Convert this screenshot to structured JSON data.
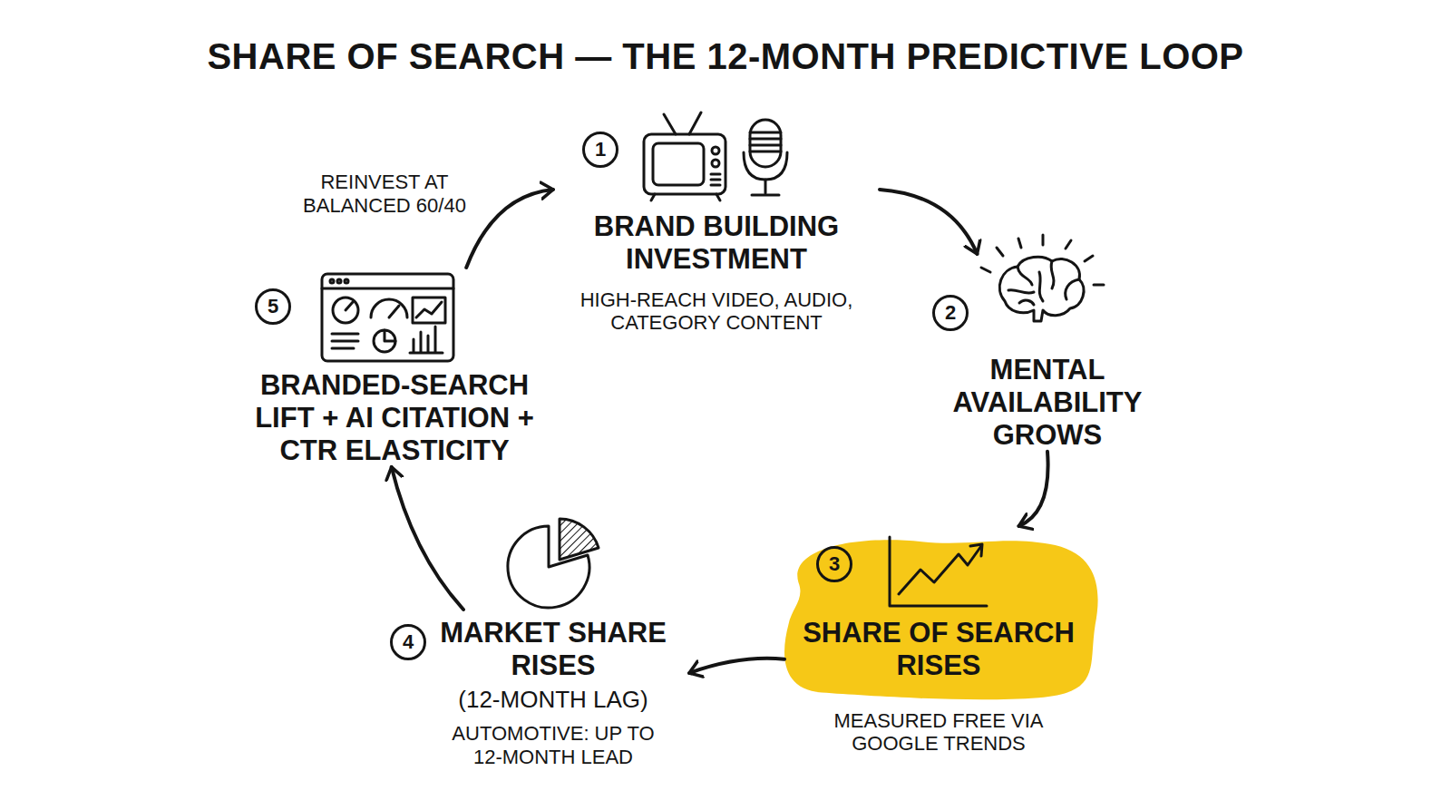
{
  "diagram": {
    "title": "SHARE OF SEARCH — THE 12-MONTH PREDICTIVE LOOP",
    "nodes": [
      {
        "text": [
          "BRAND BUILDING INVESTMENT",
          "HIGH-REACH VIDEO, AUDIO, CATEGORY CONTENT"
        ]
      },
      {
        "text": [
          "MENTAL AVAILABILITY GROWS"
        ]
      },
      {
        "text": [
          "SHARE OF SEARCH RISES",
          "MEASURED FREE VIA GOOGLE TRENDS"
        ]
      },
      {
        "text": [
          "MARKET SHARE RISES",
          "(12-MONTH LAG)",
          "AUTOMOTIVE: UP TO 12-MONTH LEAD"
        ]
      },
      {
        "text": [
          "BRANDED-SEARCH LIFT + AI CITATION + CTR ELASTICITY"
        ]
      }
    ],
    "edges": [
      {
        "from": 0,
        "to": 1,
        "arrow": "to"
      },
      {
        "from": 1,
        "to": 2,
        "arrow": "to"
      },
      {
        "from": 2,
        "to": 3,
        "arrow": "to"
      },
      {
        "from": 3,
        "to": 4,
        "arrow": "to"
      },
      {
        "from": 4,
        "to": 0,
        "label": "REINVEST AT BALANCED 60/40",
        "arrow": "to"
      }
    ],
    "labels": [
      "1",
      "2",
      "3",
      "4",
      "5"
    ]
  }
}
